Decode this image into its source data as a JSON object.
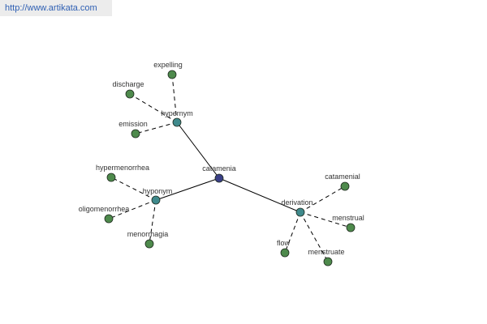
{
  "url_text": "http://www.artikata.com",
  "colors": {
    "leaf_node": "#4e8a4c",
    "relation_node": "#3f8a8c",
    "root_node": "#3a3f86",
    "solid_edge": "#000000",
    "dashed_edge": "#000000"
  },
  "graph": {
    "root": "catamenia",
    "relations": [
      {
        "label": "hypernym",
        "children": [
          "expelling",
          "discharge",
          "emission"
        ]
      },
      {
        "label": "hyponym",
        "children": [
          "hypermenorrhea",
          "oligomenorrhea",
          "menorrhagia"
        ]
      },
      {
        "label": "derivation",
        "children": [
          "catamenial",
          "menstrual",
          "menstruate",
          "flow"
        ]
      }
    ]
  }
}
